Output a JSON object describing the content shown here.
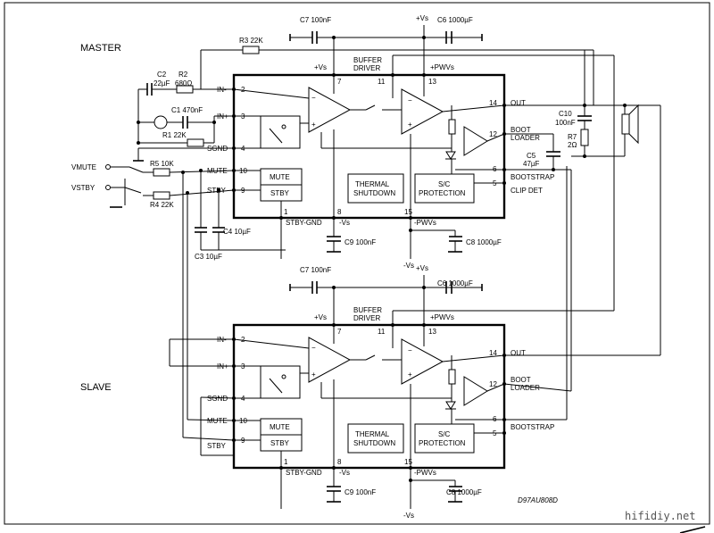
{
  "labels": {
    "master": "MASTER",
    "slave": "SLAVE",
    "code": "D97AU808D",
    "watermark": "hifidiy.net",
    "vmute": "VMUTE",
    "vstby": "VSTBY"
  },
  "chip": {
    "in_minus": "IN-",
    "in_plus": "IN+",
    "sgnd": "SGND",
    "mute": "MUTE",
    "stby": "STBY",
    "stby_gnd": "STBY-GND",
    "minus_vs": "-Vs",
    "minus_pwvs": "-PWVs",
    "plus_vs": "+Vs",
    "plus_pwvs": "+PWVs",
    "buffer_driver_1": "BUFFER",
    "buffer_driver_2": "DRIVER",
    "out": "OUT",
    "boot_loader_1": "BOOT",
    "boot_loader_2": "LOADER",
    "bootstrap": "BOOTSTRAP",
    "clip_det": "CLIP DET",
    "thermal_1": "THERMAL",
    "thermal_2": "SHUTDOWN",
    "sc_1": "S/C",
    "sc_2": "PROTECTION",
    "mute_block": "MUTE",
    "stby_block": "STBY",
    "pin_2": "2",
    "pin_3": "3",
    "pin_4": "4",
    "pin_10": "10",
    "pin_9": "9",
    "pin_1": "1",
    "pin_8": "8",
    "pin_15": "15",
    "pin_7": "7",
    "pin_11": "11",
    "pin_13": "13",
    "pin_14": "14",
    "pin_12": "12",
    "pin_6": "6",
    "pin_5": "5"
  },
  "components": {
    "c7": "C7 100nF",
    "c6": "C6 1000µF",
    "c9": "C9 100nF",
    "c8": "C8 1000µF",
    "r3": "R3 22K",
    "c2_1": "C2",
    "c2_2": "22µF",
    "r2_1": "R2",
    "r2_2": "680Ω",
    "c1": "C1 470nF",
    "r1": "R1 22K",
    "r5": "R5 10K",
    "r4": "R4 22K",
    "c4": "C4 10µF",
    "c3": "C3 10µF",
    "c10_1": "C10",
    "c10_2": "100nF",
    "r7_1": "R7",
    "r7_2": "2Ω",
    "c5_1": "C5",
    "c5_2": "47µF",
    "plus_vs": "+Vs",
    "minus_vs": "-Vs"
  }
}
